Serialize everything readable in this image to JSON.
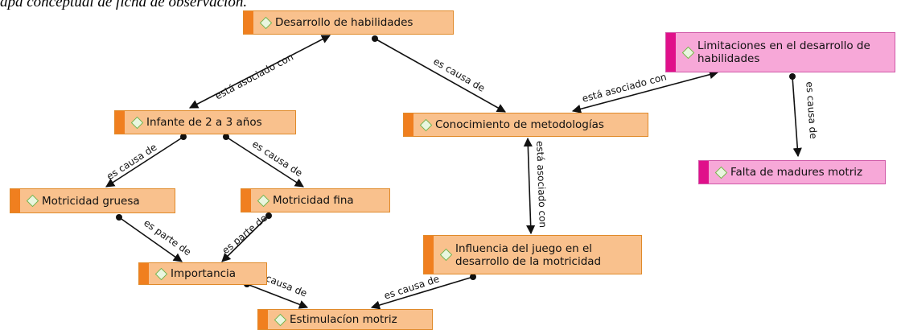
{
  "caption": "apa conceptual de ficha de observación.",
  "colors": {
    "orange_fill": "#f9c18d",
    "orange_bar": "#f07f1f",
    "orange_border": "#e08a2a",
    "pink_fill": "#f7a8d8",
    "pink_bar": "#e0108a",
    "pink_border": "#d05aa8",
    "icon_border": "#78b04a",
    "icon_fill": "#e9f6df"
  },
  "nodes": {
    "desarrollo": {
      "label": "Desarrollo de habilidades",
      "style": "orange"
    },
    "infante": {
      "label": "Infante de 2 a 3 años",
      "style": "orange"
    },
    "conocimiento": {
      "label": "Conocimiento de metodologías",
      "style": "orange"
    },
    "limitaciones": {
      "label": "Limitaciones en el desarrollo de habilidades",
      "style": "pink"
    },
    "falta": {
      "label": "Falta de madures motriz",
      "style": "pink"
    },
    "gruesa": {
      "label": "Motricidad gruesa",
      "style": "orange"
    },
    "fina": {
      "label": "Motricidad fina",
      "style": "orange"
    },
    "influencia": {
      "label": "Influencia del juego en el desarrollo de la motricidad",
      "style": "orange"
    },
    "importancia": {
      "label": "Importancia",
      "style": "orange"
    },
    "estimulacion": {
      "label": "Estimulacíon motriz",
      "style": "orange"
    }
  },
  "links": {
    "l1": "está asociado con",
    "l2": "es causa de",
    "l3": "está asociado con",
    "l4": "es causa de",
    "l5": "es causa de",
    "l6": "es causa de",
    "l7": "está asociado con",
    "l8": "es parte de",
    "l9": "es parte de",
    "l10": "causa de",
    "l11": "es causa de"
  }
}
